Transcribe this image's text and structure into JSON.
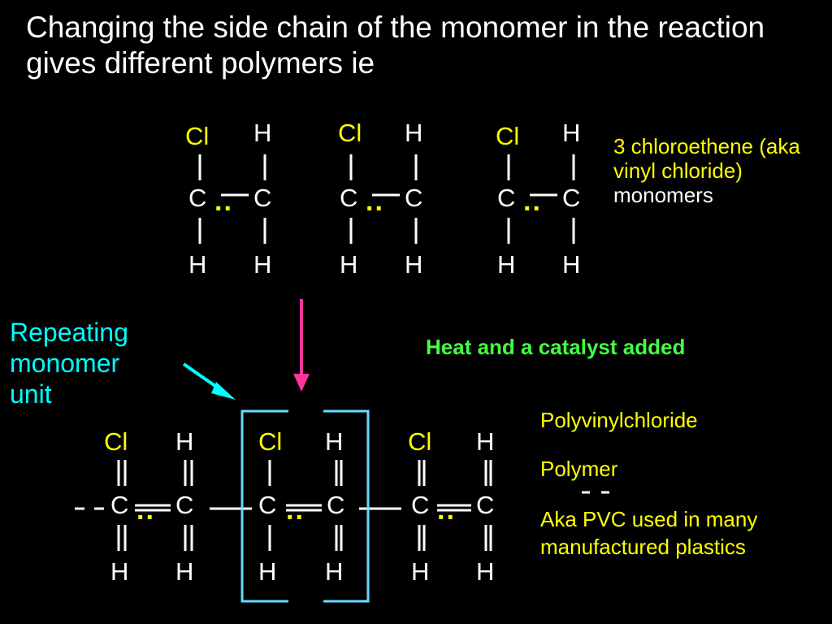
{
  "title": "Changing the side chain of the monomer in the reaction gives different polymers ie",
  "atoms": {
    "cl": "Cl",
    "h": "H",
    "c": "C"
  },
  "monomer_dots": "..",
  "monomer_label": {
    "line1": "3 chloroethene (aka vinyl chloride)",
    "line2": "monomers"
  },
  "process_label": "Heat and a catalyst added",
  "repeat_label": "Repeating monomer unit",
  "polymer_labels": {
    "name": "Polyvinylchloride",
    "type": "Polymer",
    "aka": "Aka PVC used in many manufactured plastics"
  },
  "colors": {
    "background": "#000000",
    "text": "#ffffff",
    "chlorine": "#ffff00",
    "process_text": "#44ff44",
    "repeat_text": "#00ffff",
    "repeat_box": "#66ddff",
    "reaction_arrow": "#ff3399",
    "pointer_arrow": "#00ffff"
  }
}
